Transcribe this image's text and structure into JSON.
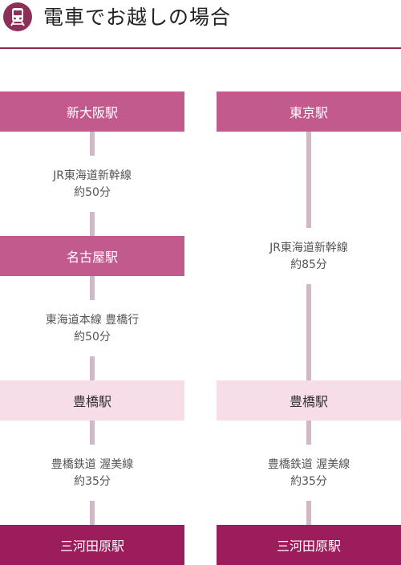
{
  "header": {
    "title": "電車でお越しの場合",
    "icon": "train-icon",
    "accent_color": "#8a2a57"
  },
  "left": {
    "stations": [
      "新大阪駅",
      "名古屋駅",
      "豊橋駅",
      "三河田原駅"
    ],
    "routes": [
      {
        "line": "JR東海道新幹線",
        "time": "約50分"
      },
      {
        "line": "東海道本線 豊橋行",
        "time": "約50分"
      },
      {
        "line": "豊橋鉄道 渥美線",
        "time": "約35分"
      }
    ]
  },
  "right": {
    "stations": [
      "東京駅",
      "豊橋駅",
      "三河田原駅"
    ],
    "routes": [
      {
        "line": "JR東海道新幹線",
        "time": "約85分"
      },
      {
        "line": "豊橋鉄道 渥美線",
        "time": "約35分"
      }
    ]
  },
  "colors": {
    "station_mid": "#c35a8e",
    "station_light": "#f7dde8",
    "station_dark": "#9b1d5c",
    "connector": "#d0b8c6"
  }
}
